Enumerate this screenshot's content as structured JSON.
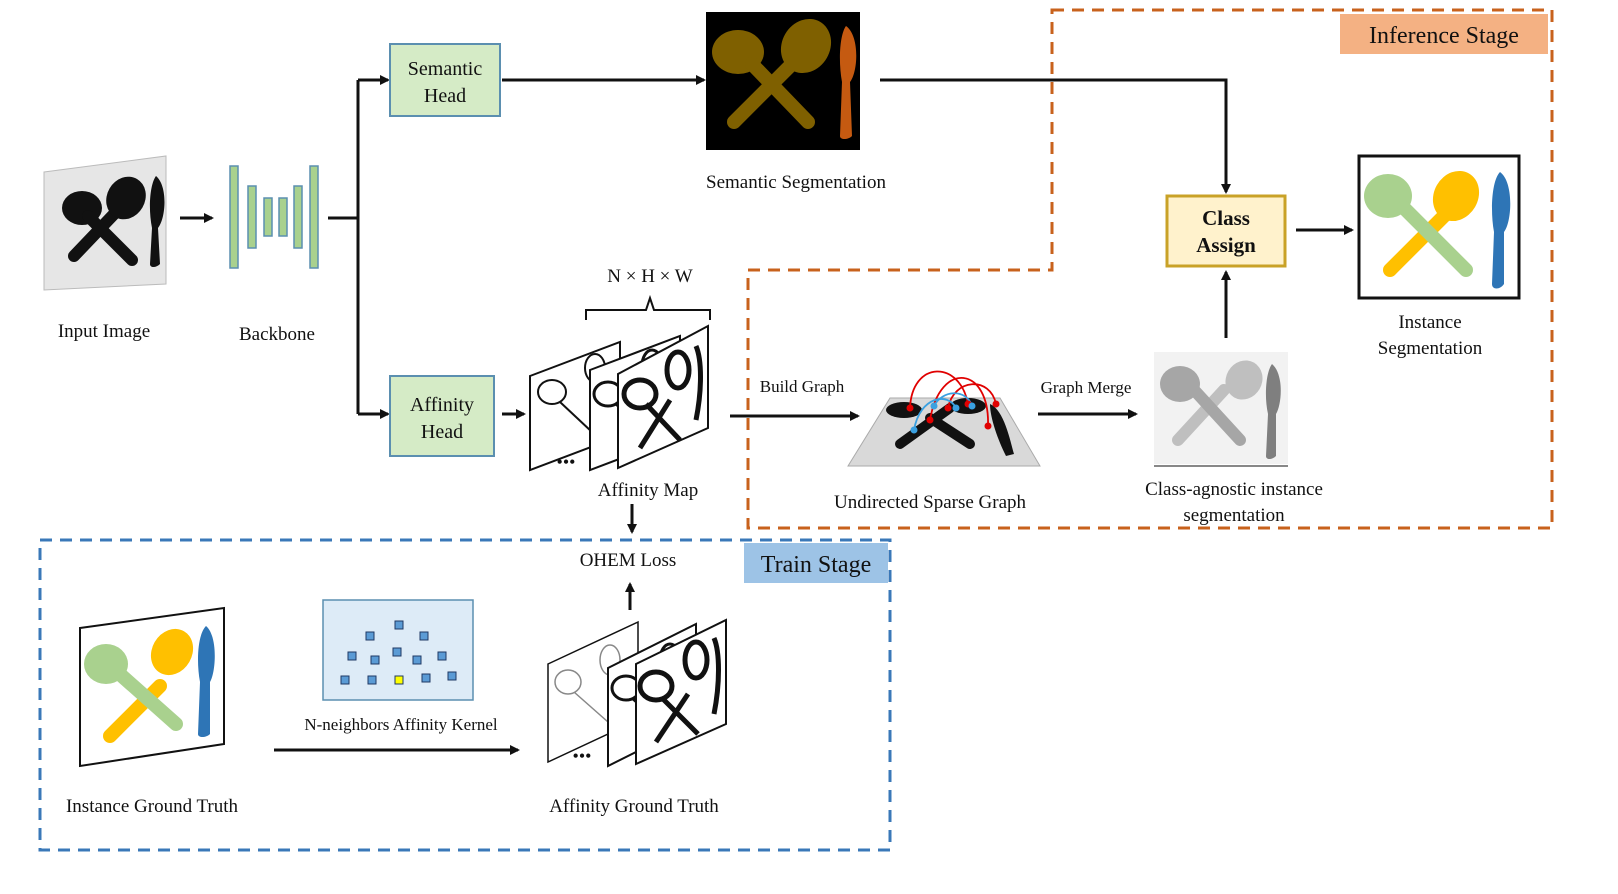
{
  "labels": {
    "input_image": "Input Image",
    "backbone": "Backbone",
    "semantic_head_1": "Semantic",
    "semantic_head_2": "Head",
    "affinity_head_1": "Affinity",
    "affinity_head_2": "Head",
    "semantic_segmentation": "Semantic Segmentation",
    "nhw": "N × H × W",
    "affinity_map": "Affinity Map",
    "ellipsis": "•••",
    "build_graph": "Build Graph",
    "undirected_sparse_graph": "Undirected Sparse Graph",
    "graph_merge": "Graph Merge",
    "class_agnostic_1": "Class-agnostic instance",
    "class_agnostic_2": "segmentation",
    "class_assign_1": "Class",
    "class_assign_2": "Assign",
    "instance_segmentation_1": "Instance",
    "instance_segmentation_2": "Segmentation",
    "inference_stage": "Inference Stage",
    "train_stage": "Train Stage",
    "ohem_loss": "OHEM Loss",
    "instance_ground_truth": "Instance Ground Truth",
    "affinity_kernel": "N-neighbors Affinity Kernel",
    "affinity_ground_truth": "Affinity Ground Truth"
  },
  "colors": {
    "head_box_fill": "#d5ebc6",
    "head_box_stroke": "#5b8fb0",
    "inference_border": "#c8621c",
    "inference_tag_bg": "#f4b183",
    "train_border": "#3a78b8",
    "train_tag_bg": "#9dc3e6",
    "class_assign_fill": "#fff2cc",
    "class_assign_stroke": "#c9a227",
    "utensil_green": "#a9d18e",
    "utensil_yellow": "#ffc000",
    "utensil_blue": "#2e75b6",
    "sem_olive": "#7f6000",
    "sem_orange": "#c55a11",
    "gray_instance": "#a6a6a6",
    "kernel_bg": "#ddebf7"
  }
}
